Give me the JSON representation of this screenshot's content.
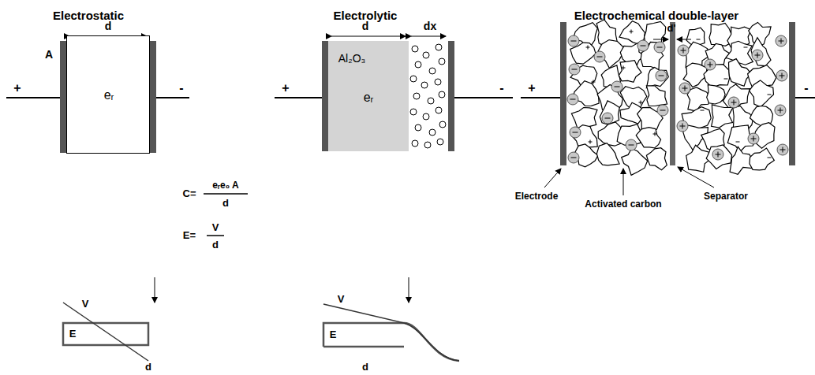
{
  "diagram": {
    "nodes": [
      {
        "text": [
          "eᵣ"
        ]
      },
      {
        "text": [
          "Al₂O₃",
          "eᵣ"
        ]
      }
    ],
    "labels": [
      "Electrostatic",
      "Electrolytic",
      "Electrochemical double-layer",
      "d",
      "A",
      "+",
      "-",
      "C=",
      "eᵣe₀ A",
      "d",
      "E=",
      "V",
      "d",
      "V",
      "E",
      "d",
      "+",
      "d",
      "dx",
      "-",
      "V",
      "E",
      "d",
      "+",
      "d'",
      "-",
      "Electrode",
      "Activated carbon",
      "Separator"
    ]
  }
}
